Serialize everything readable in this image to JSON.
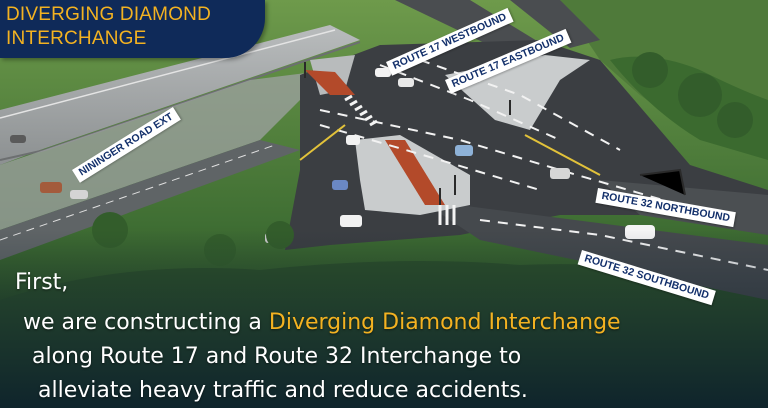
{
  "title": {
    "line1": "DIVERGING DIAMOND",
    "line2": "INTERCHANGE"
  },
  "road_labels": {
    "route17_westbound": "ROUTE 17 WESTBOUND",
    "route17_eastbound": "ROUTE 17 EASTBOUND",
    "nininger_road_ext": "NININGER ROAD EXT",
    "route32_northbound": "ROUTE 32 NORTHBOUND",
    "route32_southbound": "ROUTE 32 SOUTHBOUND"
  },
  "caption": {
    "line1": "First,",
    "line2_prefix": "we are constructing a ",
    "line2_highlight": "Diverging Diamond Interchange",
    "line3": "along Route 17 and Route 32 Interchange to",
    "line4": "alleviate heavy traffic and reduce accidents."
  },
  "colors": {
    "title_background": "#0f2a59",
    "accent": "#f3b221",
    "label_text": "#13306b",
    "caption_text": "#ffffff"
  }
}
